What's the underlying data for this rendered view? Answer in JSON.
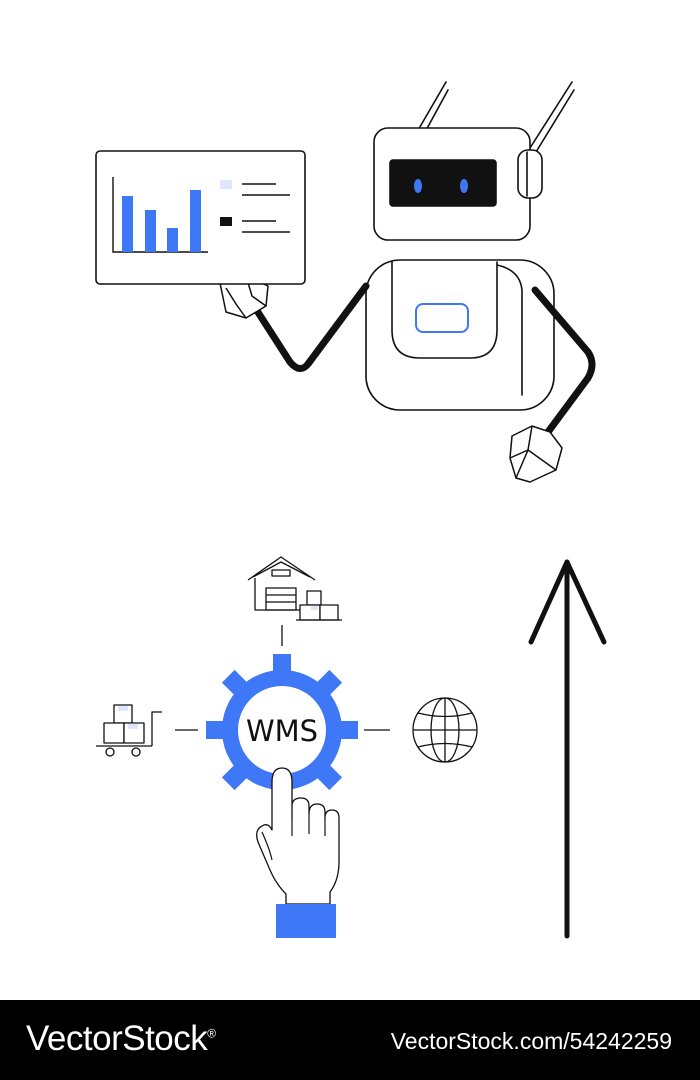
{
  "illustration": {
    "gear_label": "WMS",
    "icons": [
      "robot-icon",
      "bar-chart-board-icon",
      "warehouse-icon",
      "hand-truck-boxes-icon",
      "globe-icon",
      "gear-icon",
      "pointing-hand-icon",
      "up-arrow-icon"
    ],
    "colors": {
      "accent": "#3f78f6",
      "accent_light": "#dde6fb",
      "stroke": "#111111",
      "background": "#ffffff"
    }
  },
  "footer": {
    "brand": "VectorStock",
    "brand_mark": "®",
    "image_id": "VectorStock.com/54242259"
  }
}
